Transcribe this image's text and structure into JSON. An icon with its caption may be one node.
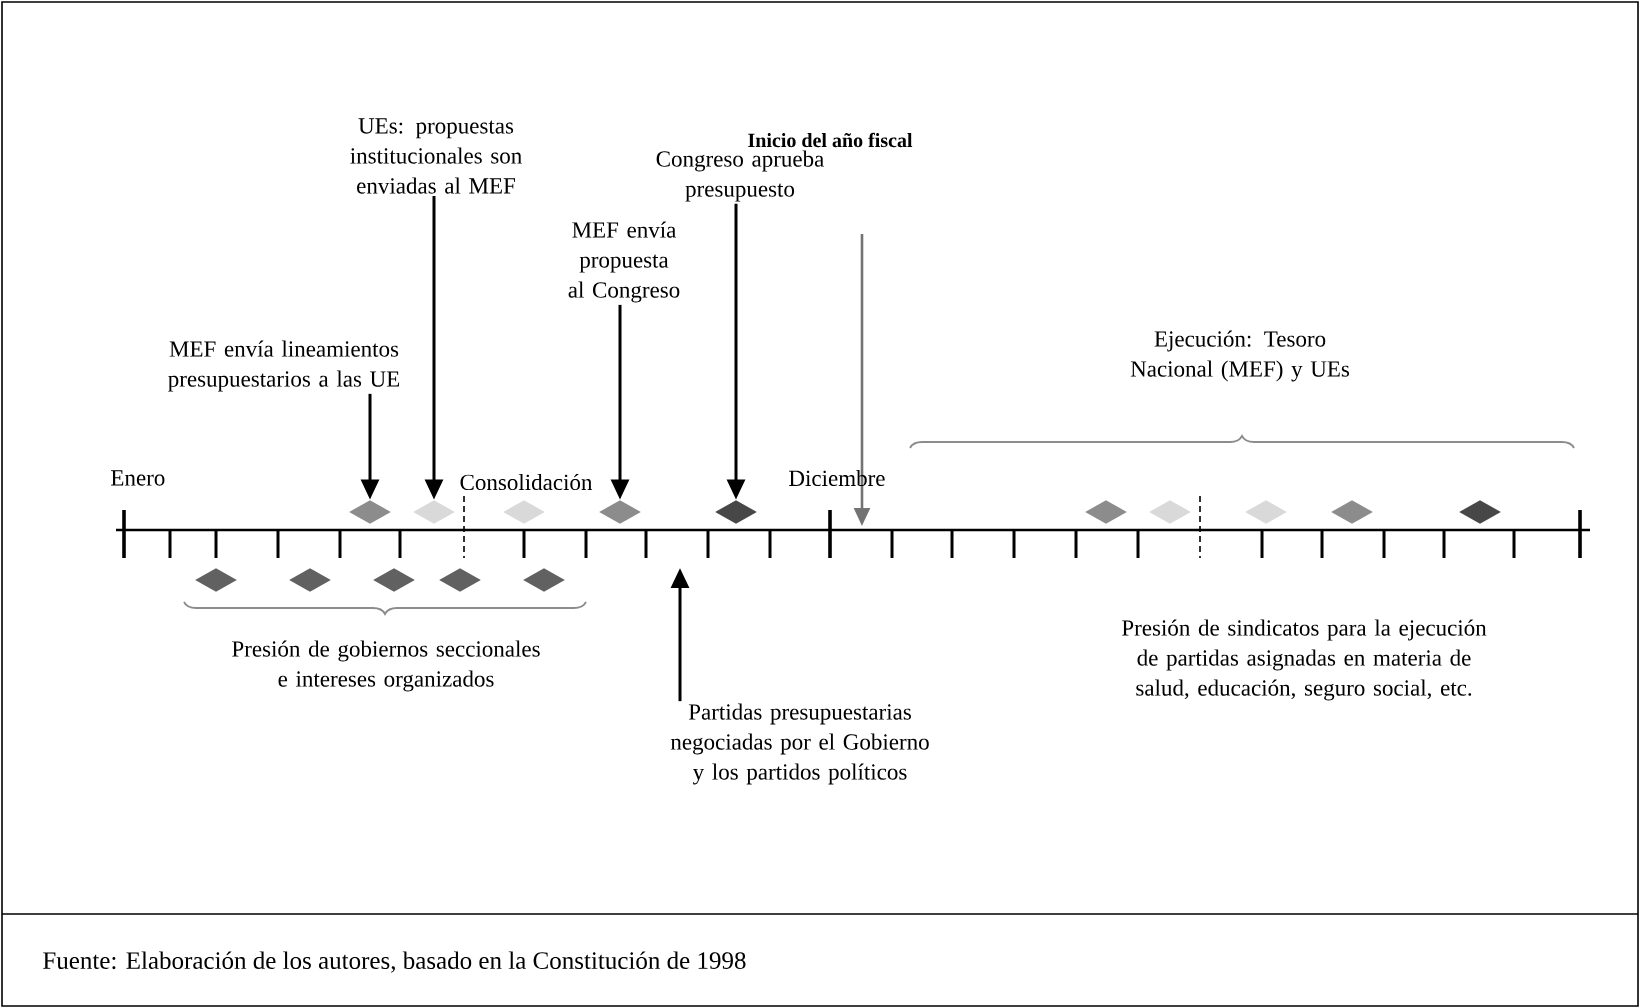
{
  "diagram": {
    "caption": "Fuente: Elaboración de los autores, basado en la Constitución de 1998",
    "nodes": [
      {
        "text": [
          "MEF envía lineamientos presupuestarios a las UE"
        ]
      },
      {
        "text": [
          "UEs: propuestas institucionales son enviadas al MEF"
        ]
      },
      {
        "text": [
          "MEF envía propuesta al Congreso"
        ]
      },
      {
        "text": [
          "Congreso aprueba presupuesto"
        ]
      },
      {
        "text": [
          "Partidas presupuestarias negociadas por el Gobierno y los partidos políticos"
        ]
      },
      {
        "text": [],
        "shape": "diamond"
      },
      {
        "text": [],
        "shape": "diamond"
      },
      {
        "text": [],
        "shape": "diamond"
      },
      {
        "text": [],
        "shape": "diamond"
      },
      {
        "text": [],
        "shape": "diamond"
      },
      {
        "text": [],
        "shape": "diamond"
      },
      {
        "text": [],
        "shape": "diamond"
      },
      {
        "text": [],
        "shape": "diamond"
      },
      {
        "text": [],
        "shape": "diamond"
      },
      {
        "text": [],
        "shape": "diamond"
      },
      {
        "text": [],
        "shape": "diamond"
      },
      {
        "text": [],
        "shape": "diamond"
      },
      {
        "text": [],
        "shape": "diamond"
      },
      {
        "text": [],
        "shape": "diamond"
      },
      {
        "text": [],
        "shape": "diamond"
      }
    ],
    "edges": [
      {
        "from": 0,
        "to": 5,
        "arrow": "to"
      },
      {
        "from": 1,
        "to": 6,
        "arrow": "to"
      },
      {
        "from": 2,
        "to": 8,
        "arrow": "to"
      },
      {
        "from": 3,
        "to": 9,
        "arrow": "to"
      },
      {
        "from": 4,
        "to": null,
        "arrow": "to"
      }
    ],
    "labels": [
      "Inicio del año fiscal",
      "Enero",
      "Consolidación",
      "Diciembre",
      "Ejecución: Tesoro Nacional (MEF) y UEs",
      "Presión de gobiernos seccionales e intereses organizados",
      "Presión de sindicatos para la ejecución de partidas asignadas en materia de salud, educación, seguro social, etc."
    ]
  }
}
